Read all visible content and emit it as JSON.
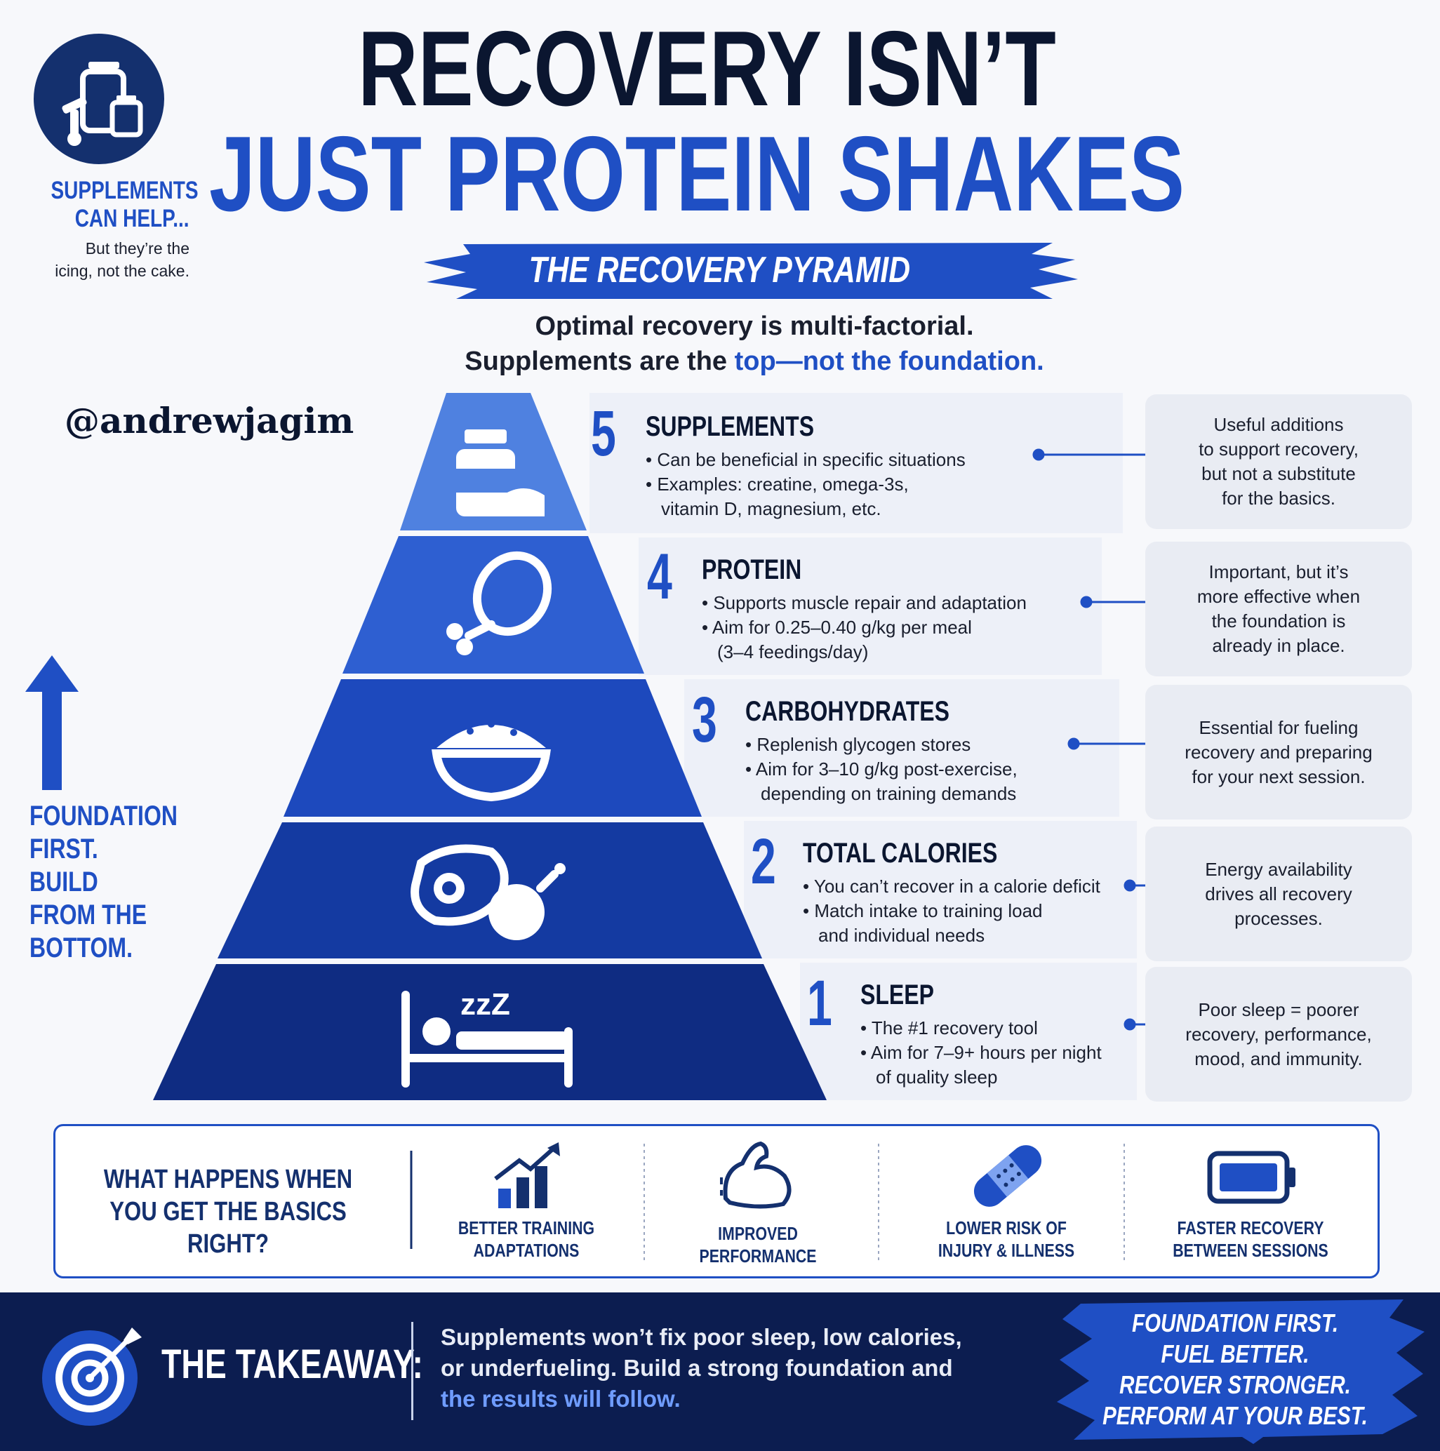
{
  "header": {
    "title_line1": "RECOVERY ISN’T",
    "title_line2": "JUST PROTEIN SHAKES",
    "ribbon": "THE RECOVERY PYRAMID",
    "intro_line1": "Optimal recovery is multi-factorial.",
    "intro_line2_prefix": "Supplements are the ",
    "intro_line2_highlight": "top—not the foundation."
  },
  "side_note": {
    "heading_line1": "SUPPLEMENTS",
    "heading_line2": "CAN HELP...",
    "text_line1": "But they’re the",
    "text_line2": "icing, not the cake.",
    "icon": "supplement-bottles-icon"
  },
  "handle": "@andrewjagim",
  "foundation_note": [
    "FOUNDATION",
    "FIRST.",
    "BUILD",
    "FROM THE",
    "BOTTOM."
  ],
  "tiers": [
    {
      "number": "5",
      "title": "SUPPLEMENTS",
      "icon": "supplement-jar-icon",
      "bullets": [
        [
          "Can be beneficial in specific situations"
        ],
        [
          "Examples: creatine, omega-3s,",
          "vitamin D, magnesium, etc."
        ]
      ],
      "note": [
        "Useful additions",
        "to support recovery,",
        "but not a substitute",
        "for the basics."
      ]
    },
    {
      "number": "4",
      "title": "PROTEIN",
      "icon": "chicken-leg-icon",
      "bullets": [
        [
          "Supports muscle repair and adaptation"
        ],
        [
          "Aim for 0.25–0.40 g/kg per meal",
          "(3–4 feedings/day)"
        ]
      ],
      "note": [
        "Important, but it’s",
        "more effective when",
        "the foundation is",
        "already in place."
      ]
    },
    {
      "number": "3",
      "title": "CARBOHYDRATES",
      "icon": "rice-bowl-icon",
      "bullets": [
        [
          "Replenish glycogen stores"
        ],
        [
          "Aim for 3–10 g/kg post-exercise,",
          "depending on training demands"
        ]
      ],
      "note": [
        "Essential for fueling",
        "recovery and preparing",
        "for your next session."
      ]
    },
    {
      "number": "2",
      "title": "TOTAL CALORIES",
      "icon": "steak-drumstick-icon",
      "bullets": [
        [
          "You can’t recover in a calorie deficit"
        ],
        [
          "Match intake to training load",
          "and individual needs"
        ]
      ],
      "note": [
        "Energy availability",
        "drives all recovery",
        "processes."
      ]
    },
    {
      "number": "1",
      "title": "SLEEP",
      "icon": "bed-sleep-icon",
      "bullets": [
        [
          "The #1 recovery tool"
        ],
        [
          "Aim for 7–9+ hours per night",
          "of quality sleep"
        ]
      ],
      "note": [
        "Poor sleep = poorer",
        "recovery, performance,",
        "mood, and immunity."
      ]
    }
  ],
  "sleep_zzz": "zzZ",
  "basics": {
    "question_line1": "WHAT HAPPENS WHEN",
    "question_line2": "YOU GET THE BASICS RIGHT?",
    "benefits": [
      {
        "icon": "bar-chart-up-icon",
        "line1": "BETTER TRAINING",
        "line2": "ADAPTATIONS"
      },
      {
        "icon": "flexed-arm-icon",
        "line1": "IMPROVED",
        "line2": "PERFORMANCE"
      },
      {
        "icon": "bandage-icon",
        "line1": "LOWER RISK OF",
        "line2": "INJURY & ILLNESS"
      },
      {
        "icon": "battery-icon",
        "line1": "FASTER RECOVERY",
        "line2": "BETWEEN SESSIONS"
      }
    ]
  },
  "takeaway": {
    "icon": "target-icon",
    "label": "THE TAKEAWAY:",
    "text_line1": "Supplements won’t fix poor sleep, low calories,",
    "text_line2": "or underfueling. Build a strong foundation and",
    "text_line3": "the results will follow.",
    "slogan": [
      "FOUNDATION FIRST.",
      "FUEL BETTER.",
      "RECOVER STRONGER.",
      "PERFORM AT YOUR BEST."
    ]
  },
  "colors": {
    "navy": "#0b1630",
    "brand_blue": "#1f4fc4",
    "tier_colors": [
      "#4f81e0",
      "#2e5fd1",
      "#1d49bd",
      "#143aa1",
      "#0f2c82"
    ]
  }
}
